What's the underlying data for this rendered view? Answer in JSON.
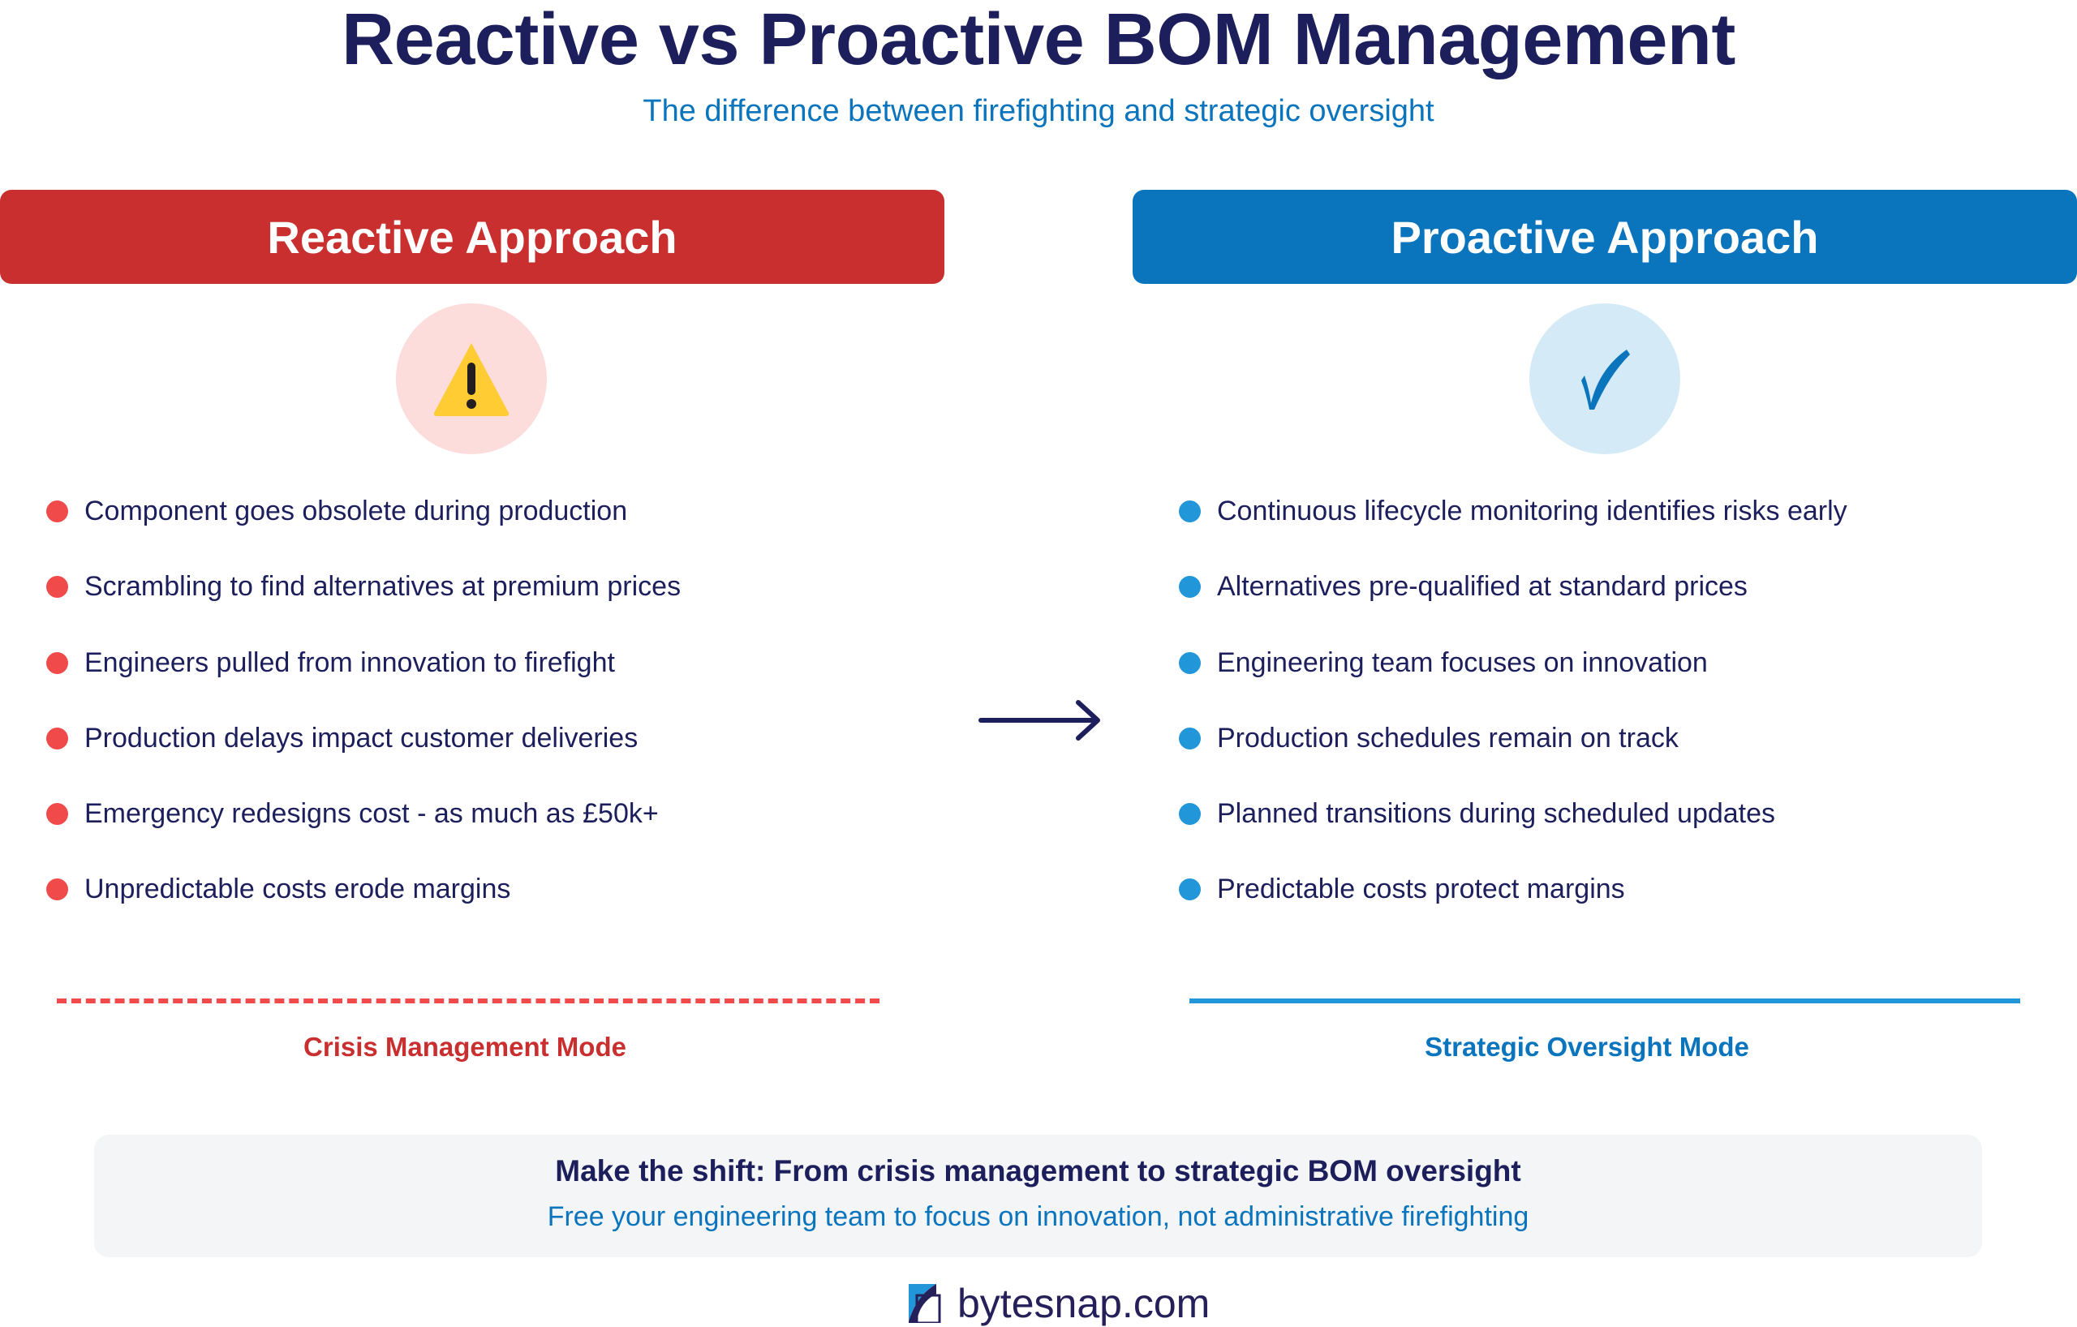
{
  "title": "Reactive vs Proactive BOM Management",
  "subtitle": "The difference between firefighting and strategic oversight",
  "reactive": {
    "header": "Reactive Approach",
    "icon": "warning-icon",
    "items": [
      "Component goes obsolete during production",
      "Scrambling to find alternatives at premium prices",
      "Engineers pulled from innovation to firefight",
      "Production delays impact customer deliveries",
      "Emergency redesigns cost - as much as £50k+",
      "Unpredictable costs erode margins"
    ],
    "mode": "Crisis Management Mode",
    "color": "#c92f2f"
  },
  "proactive": {
    "header": "Proactive Approach",
    "icon": "checkmark-icon",
    "items": [
      "Continuous lifecycle monitoring identifies risks early",
      "Alternatives pre-qualified at standard prices",
      "Engineering team focuses on innovation",
      "Production schedules remain on track",
      "Planned transitions during scheduled updates",
      "Predictable costs protect margins"
    ],
    "mode": "Strategic Oversight Mode",
    "color": "#0a74bd"
  },
  "callout": {
    "title": "Make the shift: From crisis management to strategic BOM oversight",
    "subtitle": "Free your engineering team to focus on innovation, not administrative firefighting"
  },
  "footer": {
    "logo_text": "bytesnap.com"
  }
}
